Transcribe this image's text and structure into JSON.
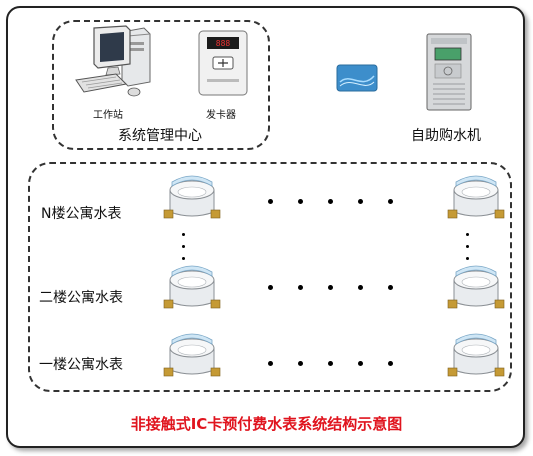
{
  "labels": {
    "workstation": "工作站",
    "card_issuer": "发卡器",
    "mgmt_center": "系统管理中心",
    "vending_machine": "自助购水机",
    "floor_n": "N楼公寓水表",
    "floor_2": "二楼公寓水表",
    "floor_1": "一楼公寓水表",
    "caption": "非接触式IC卡预付费水表系统结构示意图"
  },
  "icons": {
    "workstation": "computer-icon",
    "card_issuer": "card-reader-icon",
    "ic_card": "ic-card-icon",
    "vending_machine": "water-vending-machine-icon",
    "meter": "water-meter-icon"
  },
  "colors": {
    "caption": "#e0141e",
    "meter_body": "#f0f2f4",
    "meter_lid": "#cfe6f5",
    "brass": "#c59a35"
  }
}
